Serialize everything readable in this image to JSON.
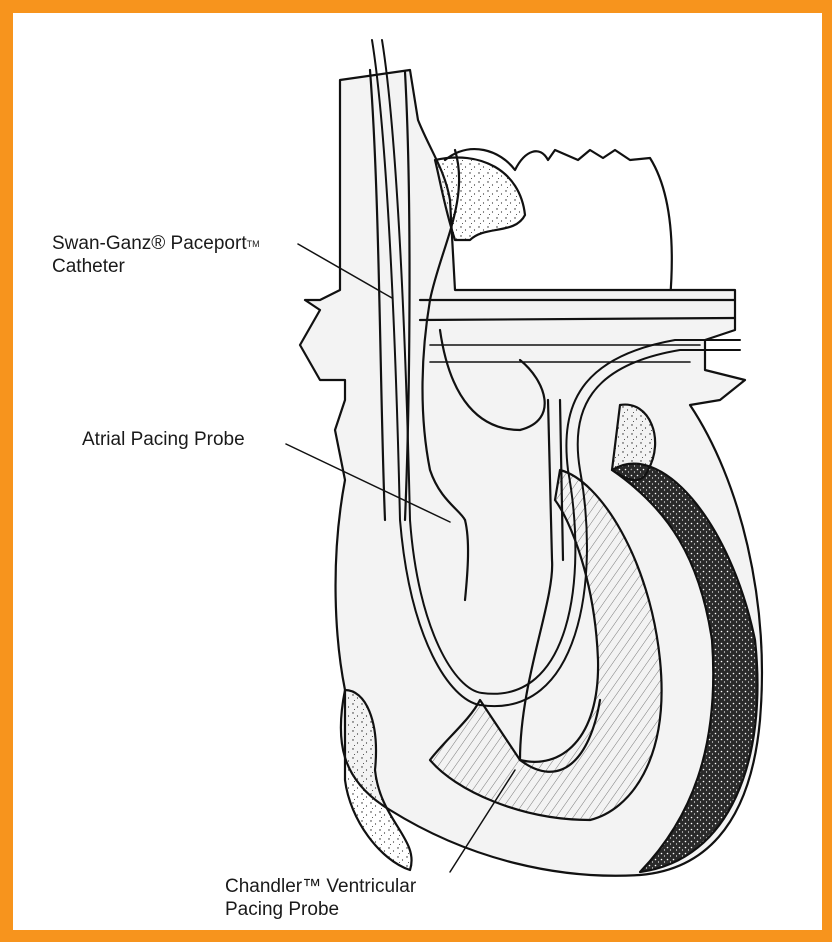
{
  "frame": {
    "border_color": "#f7941d"
  },
  "labels": {
    "swan_ganz": {
      "line1": "Swan-Ganz® Paceport",
      "mark": "TM",
      "line2": "Catheter"
    },
    "atrial_probe": {
      "text": "Atrial Pacing Probe"
    },
    "chandler": {
      "line1": "Chandler™ Ventricular",
      "line2": "Pacing Probe"
    }
  }
}
